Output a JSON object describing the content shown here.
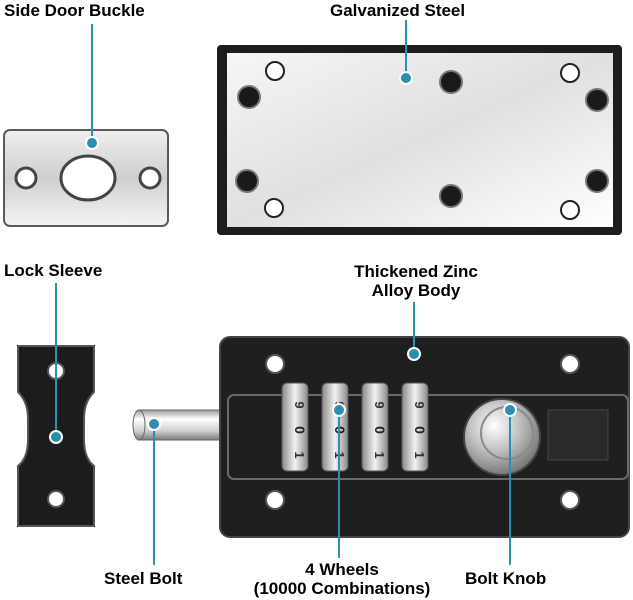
{
  "accent_color": "#2b8fae",
  "labels": {
    "side_door_buckle": "Side Door Buckle",
    "galvanized_steel": "Galvanized Steel",
    "lock_sleeve": "Lock Sleeve",
    "thickened_zinc_line1": "Thickened Zinc",
    "thickened_zinc_line2": "Alloy Body",
    "steel_bolt": "Steel Bolt",
    "wheels_line1": "4 Wheels",
    "wheels_line2": "(10000 Combinations)",
    "bolt_knob": "Bolt Knob"
  },
  "combination_wheels": [
    {
      "digits": [
        "9",
        "0",
        "1"
      ]
    },
    {
      "digits": [
        "9",
        "0",
        "1"
      ]
    },
    {
      "digits": [
        "9",
        "0",
        "1"
      ]
    },
    {
      "digits": [
        "9",
        "0",
        "1"
      ]
    }
  ]
}
